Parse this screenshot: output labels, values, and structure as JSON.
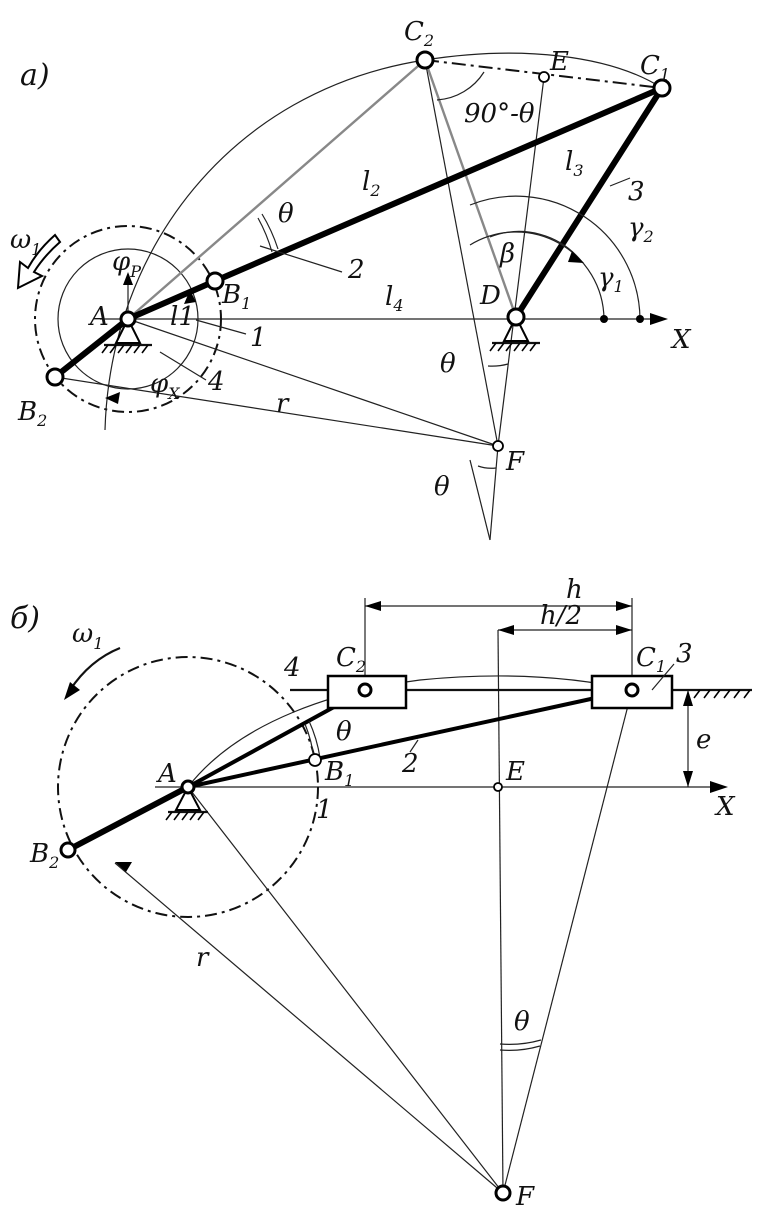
{
  "panel_a": {
    "label": "а)",
    "omega": "ω",
    "omega_sub": "1",
    "phi_p": "φ",
    "phi_p_sub": "P",
    "phi_x": "φ",
    "phi_x_sub": "X",
    "A": "A",
    "B1": "B",
    "B1_sub": "1",
    "B2": "B",
    "B2_sub": "2",
    "C1": "C",
    "C1_sub": "1",
    "C2": "C",
    "C2_sub": "2",
    "D": "D",
    "E": "E",
    "F": "F",
    "X": "X",
    "l1": "l1",
    "l2": "l",
    "l2_sub": "2",
    "l3": "l",
    "l3_sub": "3",
    "l4": "l",
    "l4_sub": "4",
    "r": "r",
    "theta": "θ",
    "beta": "β",
    "gamma1": "γ",
    "gamma1_sub": "1",
    "gamma2": "γ",
    "gamma2_sub": "2",
    "angle_90": "90°-θ",
    "link1": "1",
    "link2": "2",
    "link3": "3",
    "link4": "4"
  },
  "panel_b": {
    "label": "б)",
    "omega": "ω",
    "omega_sub": "1",
    "A": "A",
    "B1": "B",
    "B1_sub": "1",
    "B2": "B",
    "B2_sub": "2",
    "C1": "C",
    "C1_sub": "1",
    "C2": "C",
    "C2_sub": "2",
    "E": "E",
    "F": "F",
    "X": "X",
    "h": "h",
    "h_half": "h/2",
    "e": "e",
    "r": "r",
    "theta": "θ",
    "link1": "1",
    "link2": "2",
    "link3": "3",
    "link4": "4"
  },
  "colors": {
    "ink": "#000000",
    "gray_link": "#888888",
    "background": "#ffffff"
  }
}
